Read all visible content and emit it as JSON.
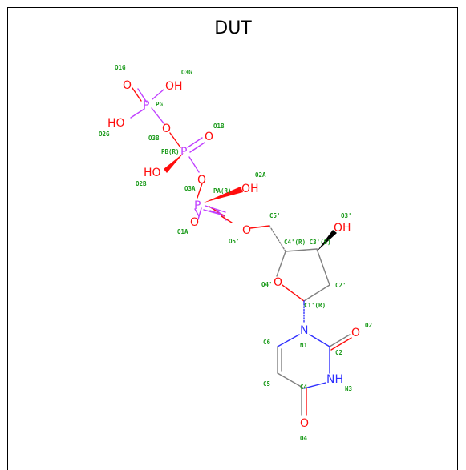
{
  "title": "DUT",
  "colors": {
    "bond": "#808080",
    "oxygen": "#ff0d0d",
    "phosphorus": "#c040ff",
    "nitrogen": "#3030ff",
    "atom_name": "#1a9a1a"
  },
  "atoms": {
    "o2g": "HO",
    "o1g": "O",
    "o3g": "OH",
    "pg": "P",
    "o3b": "O",
    "pb": "P",
    "o1b": "O",
    "o2b": "HO",
    "o3a": "O",
    "pa": "P",
    "o2a": "OH",
    "o1a": "O",
    "o5p": "O",
    "o3p": "OH",
    "o4p": "O",
    "n1": "N",
    "n3": "NH",
    "o2": "O",
    "o4": "O"
  },
  "names": {
    "o1g": "O1G",
    "o3g": "O3G",
    "pg": "PG",
    "o2g": "O2G",
    "o3b": "O3B",
    "o1b": "O1B",
    "pb": "PB(R)",
    "o2b": "O2B",
    "o2a": "O2A",
    "o3a": "O3A",
    "pa": "PA(R)",
    "o1a": "O1A",
    "o5p": "O5'",
    "c5p": "C5'",
    "o3p": "O3'",
    "c4c3": "C4'(R) C3'(S)",
    "o4p": "O4'",
    "c2p": "C2'",
    "c1p": "C1'(R)",
    "o2": "O2",
    "c6": "C6",
    "n1": "N1",
    "c2": "C2",
    "n3": "N3",
    "c5": "C5",
    "c4": "C4",
    "o4": "O4"
  }
}
